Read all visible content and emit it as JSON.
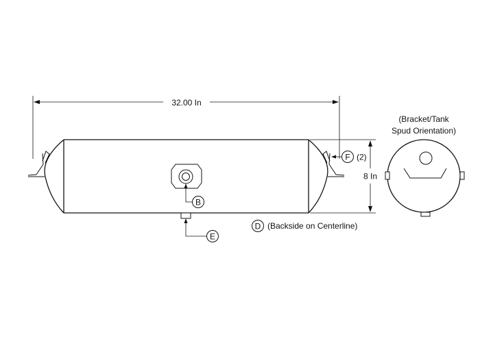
{
  "drawing": {
    "length_label": "32.00 In",
    "height_label": "8 In",
    "end_view_caption_line1": "(Bracket/Tank",
    "end_view_caption_line2": "Spud Orientation)",
    "callouts": {
      "B": {
        "letter": "B"
      },
      "D": {
        "letter": "D",
        "note": "(Backside on Centerline)"
      },
      "E": {
        "letter": "E"
      },
      "F": {
        "letter": "F",
        "note": "(2)"
      }
    }
  },
  "colors": {
    "line": "#111111",
    "background": "#ffffff"
  }
}
